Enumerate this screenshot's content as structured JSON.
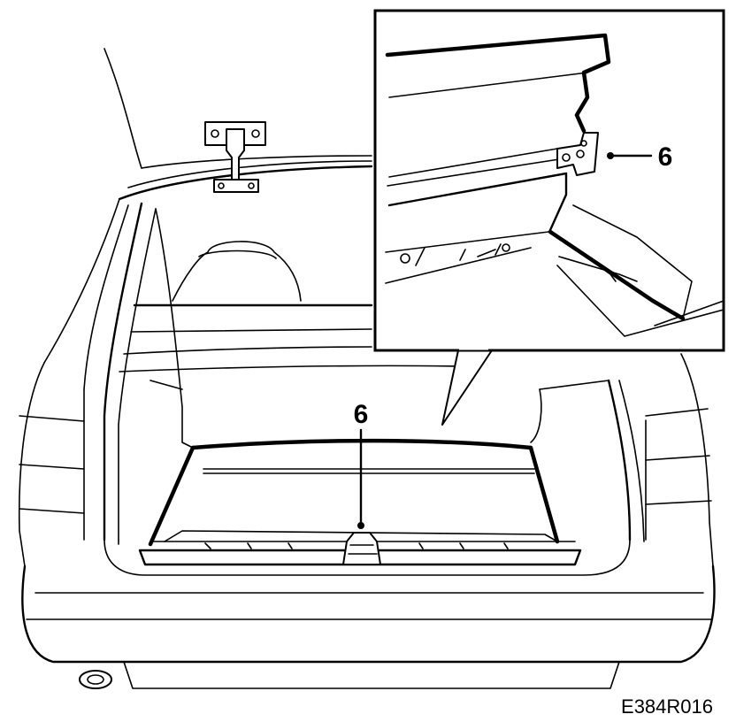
{
  "callouts": {
    "main_label": "6",
    "inset_label": "6"
  },
  "reference_code": "E384R016"
}
